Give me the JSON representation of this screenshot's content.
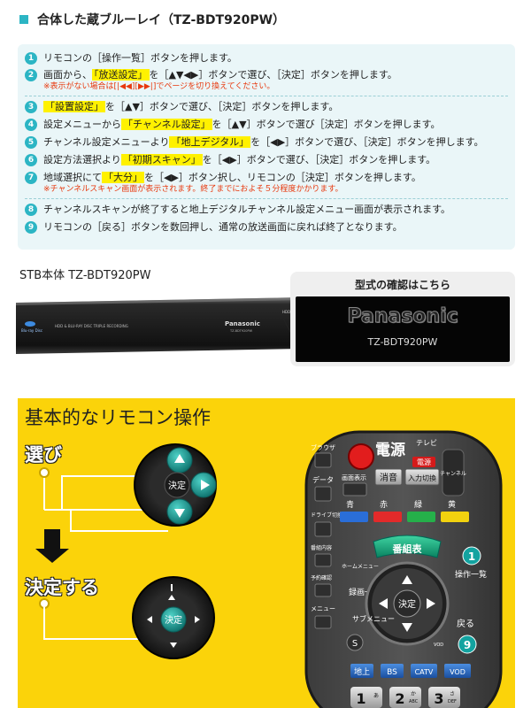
{
  "heading": {
    "title": "合体した蔵ブルーレイ（TZ-BDT920PW）"
  },
  "steps": [
    {
      "num": "1",
      "text": "リモコンの［操作一覧］ボタンを押します。"
    },
    {
      "num": "2",
      "pre": "画面から、",
      "hl": "「放送設定」",
      "post": "を［▲▼◀▶］ボタンで選び、［決定］ボタンを押します。",
      "note": "※表示がない場合は[|◀◀][▶▶|]でページを切り換えてください。"
    },
    {
      "num": "3",
      "pre": "",
      "hl": "「設置設定」",
      "post": "を［▲▼］ボタンで選び、［決定］ボタンを押します。"
    },
    {
      "num": "4",
      "pre": "設定メニューから",
      "hl": "「チャンネル設定」",
      "post": "を［▲▼］ボタンで選び［決定］ボタンを押します。"
    },
    {
      "num": "5",
      "pre": "チャンネル設定メニューより",
      "hl": "「地上デジタル」",
      "post": "を［◀▶］ボタンで選び、［決定］ボタンを押します。"
    },
    {
      "num": "6",
      "pre": "設定方法選択より",
      "hl": "「初期スキャン」",
      "post": "を［◀▶］ボタンで選び、［決定］ボタンを押します。"
    },
    {
      "num": "7",
      "pre": "地域選択にて",
      "hl": "「大分」",
      "post": "を［◀▶］ボタン択し、リモコンの［決定］ボタンを押します。",
      "note": "※チャンネルスキャン画面が表示されます。終了までにおよそ５分程度かかります。"
    },
    {
      "num": "8",
      "text": "チャンネルスキャンが終了すると地上デジタルチャンネル設定メニュー画面が表示されます。"
    },
    {
      "num": "9",
      "text": "リモコンの［戻る］ボタンを数回押し、通常の放送画面に戻れば終了となります。"
    }
  ],
  "stb": {
    "label": "STB本体 TZ-BDT920PW",
    "device_brand": "Panasonic",
    "device_small": "HDD & BLU-RAY DISC   TRIPLE RECORDING",
    "device_model": "TZ-BDT920PW",
    "device_bd": "Blu-ray Disc",
    "device_hdd": "HDD"
  },
  "confirm": {
    "title": "型式の確認はこちら",
    "brand": "Panasonic",
    "model": "TZ-BDT920PW"
  },
  "remote_section": {
    "title": "基本的なリモコン操作",
    "label_select": "選び",
    "label_decide": "決定する",
    "dpad_center": "決定",
    "badge_1": "1",
    "badge_9": "9"
  },
  "remote": {
    "power": "電源",
    "tv_label": "テレビ",
    "tv_power": "電源",
    "channel": "チャンネル",
    "browse": "ブラウザ",
    "display": "画面表示",
    "mute": "消音",
    "input": "入力切換",
    "data": "データ",
    "drive": "ドライブ切換",
    "blue": "青",
    "red": "赤",
    "green": "緑",
    "yellow": "黄",
    "program_contents": "番組内容",
    "reservation": "予約確認",
    "guide": "番組表",
    "op_list": "操作一覧",
    "home_menu": "ホームメニュー",
    "rec_list": "録画一覧",
    "menu": "メニュー",
    "submenu": "サブメニュー",
    "back": "戻る",
    "ch": "地上",
    "bs": "BS",
    "catv": "CATV",
    "vod": "VOD",
    "num1": "1",
    "num2": "2",
    "num3": "3",
    "vod_small": "VOD",
    "s": "S",
    "kana1": "あ",
    "kana2": "か",
    "kana3": "さ",
    "abc": "ABC",
    "def": "DEF"
  },
  "colors": {
    "accent": "#2cb5c4",
    "highlight": "#fff100",
    "note": "#e8380d",
    "yellow_bg": "#fbd30a"
  }
}
